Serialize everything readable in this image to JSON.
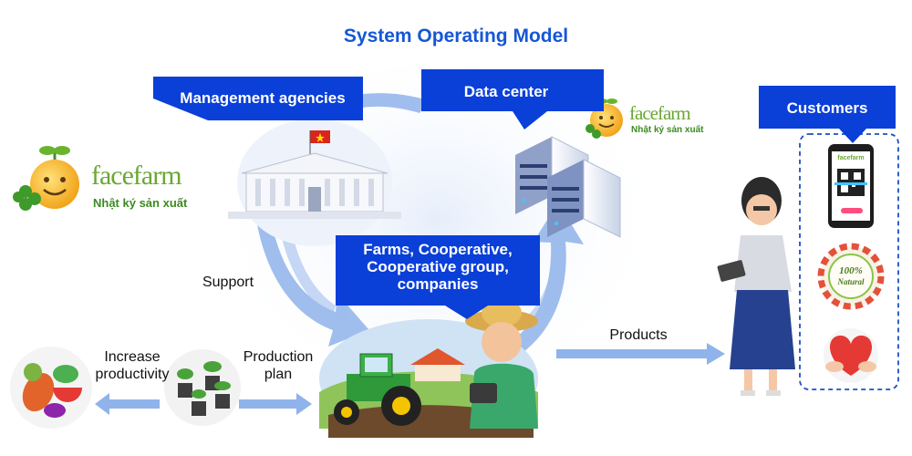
{
  "title": "System Operating Model",
  "banners": {
    "management": "Management agencies",
    "data_center": "Data center",
    "customers": "Customers",
    "farms": [
      "Farms, Cooperative,",
      "Cooperative group,",
      "companies"
    ]
  },
  "labels": {
    "support": "Support",
    "products": "Products",
    "increase": [
      "Increase",
      "productivity"
    ],
    "production": [
      "Production",
      "plan"
    ]
  },
  "brand": {
    "name": "facefarm",
    "tagline": "Nhật ký sản xuất"
  },
  "phone": {
    "brand_mini": "facefarm"
  },
  "badge": {
    "line1": "100%",
    "line2": "Natural"
  },
  "colors": {
    "banner": "#0a3fd8",
    "title": "#1557d6",
    "arrow": "#8fb3ea",
    "brand_green": "#6ba734"
  }
}
